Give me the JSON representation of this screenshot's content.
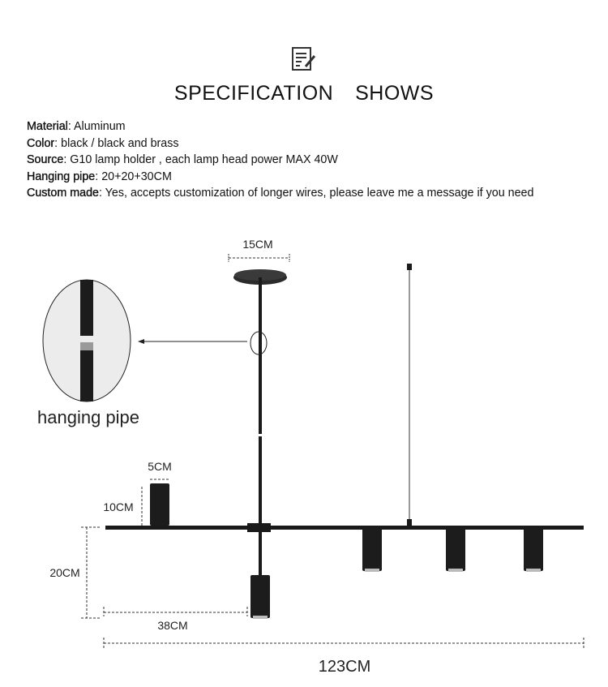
{
  "header": {
    "icon": "document-edit-icon",
    "title": "SPECIFICATION  SHOWS"
  },
  "specs": [
    {
      "label": "Material",
      "value": ": Aluminum"
    },
    {
      "label": "Color",
      "value": ": black / black and brass"
    },
    {
      "label": "Source",
      "value": ": G10 lamp holder , each lamp head power MAX 40W"
    },
    {
      "label": "Hanging pipe",
      "value": ": 20+20+30CM"
    },
    {
      "label": "Custom made",
      "value": ": Yes, accepts customization of longer wires, please leave me a message if you need"
    }
  ],
  "diagram": {
    "canopy_width": "15CM",
    "detail_caption": "hanging pipe",
    "lamp_width": "5CM",
    "lamp_height": "10CM",
    "drop_height": "20CM",
    "offset_length": "38CM",
    "total_length": "123CM"
  },
  "colors": {
    "fixture": "#1a1a1a",
    "detail_bg": "#ececec"
  }
}
